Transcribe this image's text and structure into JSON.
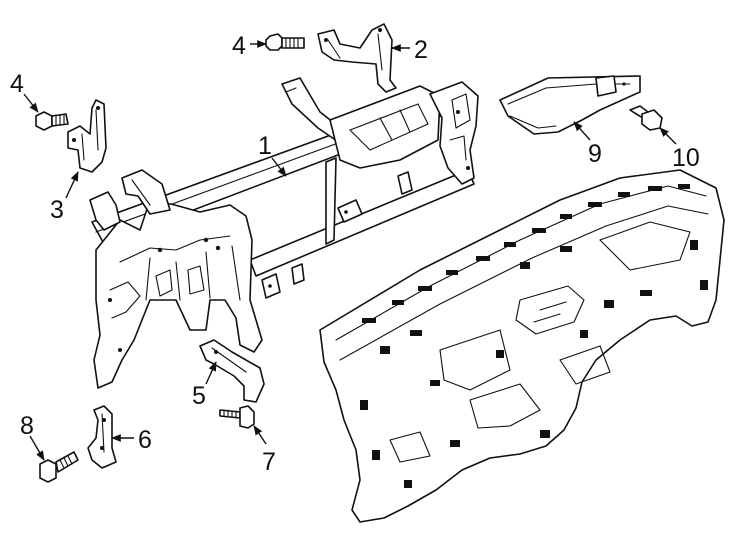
{
  "callouts": [
    {
      "id": "1",
      "text": "1"
    },
    {
      "id": "2",
      "text": "2"
    },
    {
      "id": "3",
      "text": "3"
    },
    {
      "id": "4a",
      "text": "4"
    },
    {
      "id": "4b",
      "text": "4"
    },
    {
      "id": "5",
      "text": "5"
    },
    {
      "id": "6",
      "text": "6"
    },
    {
      "id": "7",
      "text": "7"
    },
    {
      "id": "8",
      "text": "8"
    },
    {
      "id": "9",
      "text": "9"
    },
    {
      "id": "10",
      "text": "10"
    }
  ]
}
